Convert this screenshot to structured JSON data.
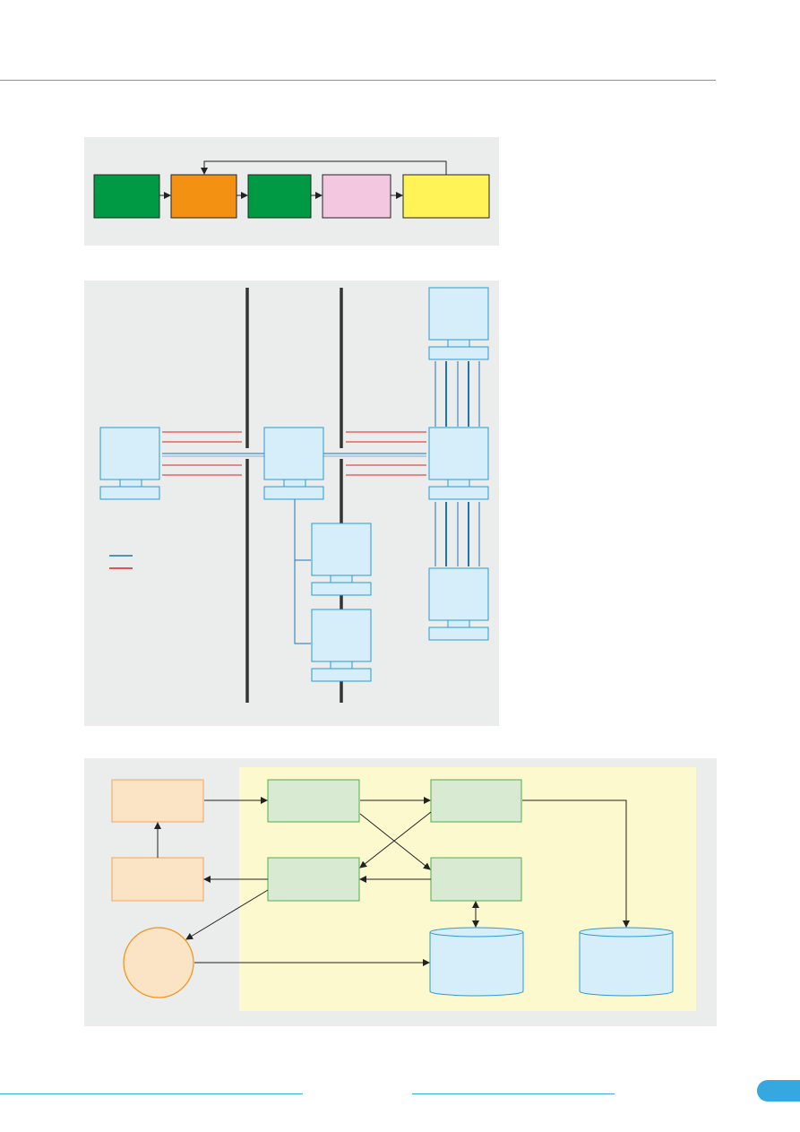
{
  "colors": {
    "accent_rule": "#3aaed8",
    "panel_bg": "#ebecec",
    "flow_green": "#009a44",
    "flow_orange": "#f39212",
    "flow_pink": "#f2c7df",
    "flow_yellow": "#fff357",
    "network_blue": "#1b75bb",
    "network_red": "#e02020",
    "monitor_fill": "#d6eefa",
    "monitor_stroke": "#2a9bd0",
    "wall": "#333333",
    "orange_box": "#fbe3c6",
    "orange_box_stroke": "#f4a556",
    "green_box": "#d9ead3",
    "green_box_stroke": "#4cae4c",
    "yellow_zone": "#fdf9cf",
    "db_fill": "#d6eefa",
    "page_pill": "#35a8df"
  },
  "figure1": {
    "boxes": [
      {
        "id": "b1",
        "color": "flow_green"
      },
      {
        "id": "b2",
        "color": "flow_orange"
      },
      {
        "id": "b3",
        "color": "flow_green"
      },
      {
        "id": "b4",
        "color": "flow_pink"
      },
      {
        "id": "b5",
        "color": "flow_yellow"
      }
    ]
  },
  "figure2": {
    "legend": [
      {
        "color": "network_blue"
      },
      {
        "color": "network_red"
      }
    ]
  },
  "figure3": {
    "icons": [
      "database-icon",
      "database-icon"
    ]
  }
}
